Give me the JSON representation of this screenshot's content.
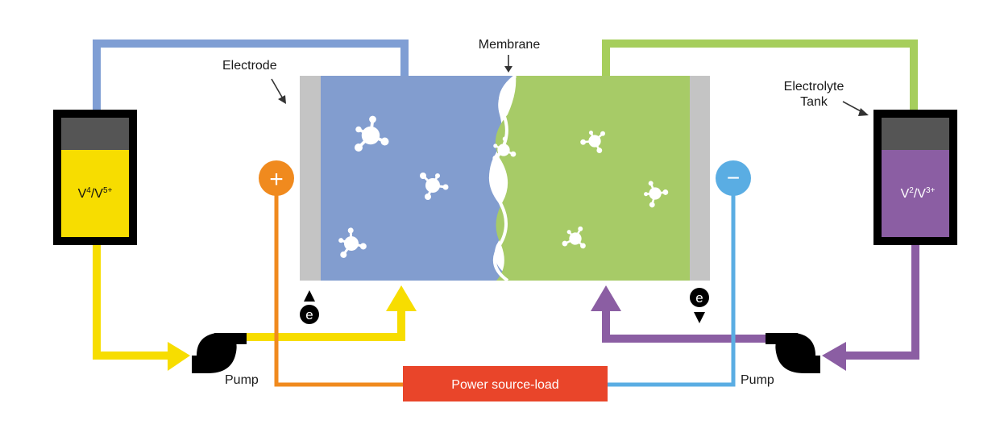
{
  "labels": {
    "electrode": "Electrode",
    "membrane": "Membrane",
    "electrolyte_tank_line1": "Electrolyte",
    "electrolyte_tank_line2": "Tank",
    "pump_left": "Pump",
    "pump_right": "Pump",
    "power_source": "Power source-load",
    "electron": "e",
    "plus": "+",
    "minus": "−"
  },
  "tanks": {
    "left": {
      "base": "V",
      "sup1": "4",
      "sep": "/V",
      "sup2": "5+"
    },
    "right": {
      "base": "V",
      "sup1": "2",
      "sep": "/V",
      "sup2": "3+"
    }
  },
  "colors": {
    "positive_half_cell": "#829DCF",
    "negative_half_cell": "#A7CB67",
    "electrode": "#C4C4C4",
    "yellow_pipe": "#F7DD00",
    "purple_pipe": "#8B5EA3",
    "blue_pipe": "#7F9ED4",
    "green_pipe": "#A6CE5C",
    "orange_wire": "#F08A1E",
    "cyan_wire": "#5AADE3",
    "power_box": "#E9452A",
    "tank_frame": "#000000",
    "tank_headspace": "#555555"
  },
  "icons": {
    "molecule": "molecule-icon",
    "pump": "pump-icon",
    "arrow": "arrow-icon",
    "electron": "electron-icon"
  }
}
